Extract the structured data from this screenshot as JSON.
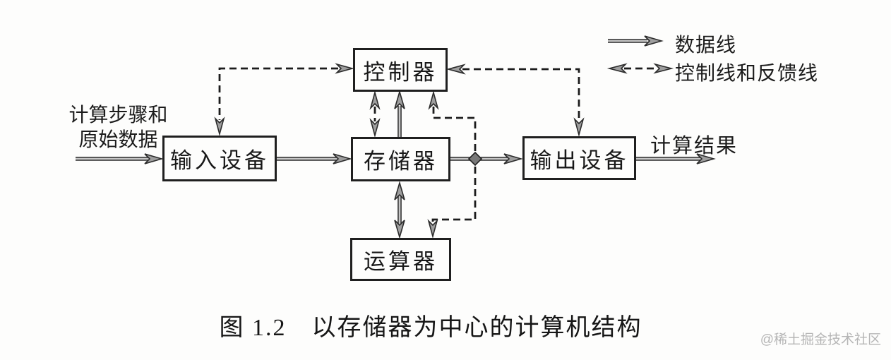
{
  "diagram": {
    "nodes": [
      {
        "id": "controller",
        "label": "控制器"
      },
      {
        "id": "input-device",
        "label": "输入设备"
      },
      {
        "id": "memory",
        "label": "存储器"
      },
      {
        "id": "output-device",
        "label": "输出设备"
      },
      {
        "id": "alu",
        "label": "运算器"
      }
    ],
    "edges": [
      {
        "from": "external",
        "to": "input-device",
        "type": "data"
      },
      {
        "from": "input-device",
        "to": "memory",
        "type": "data"
      },
      {
        "from": "memory",
        "to": "output-device",
        "type": "data"
      },
      {
        "from": "output-device",
        "to": "external",
        "type": "data"
      },
      {
        "from": "memory",
        "to": "controller",
        "type": "data"
      },
      {
        "from": "memory",
        "to": "alu",
        "type": "data-bidirectional"
      },
      {
        "from": "controller",
        "to": "input-device",
        "type": "control-feedback"
      },
      {
        "from": "controller",
        "to": "output-device",
        "type": "control-feedback"
      },
      {
        "from": "controller",
        "to": "memory",
        "type": "control-feedback"
      },
      {
        "from": "controller",
        "to": "alu",
        "type": "control-feedback"
      }
    ],
    "input_annotation_line1": "计算步骤和",
    "input_annotation_line2": "原始数据",
    "output_annotation": "计算结果",
    "legend": [
      {
        "style": "solid-double-line",
        "label": "数据线"
      },
      {
        "style": "dashed-double-arrow",
        "label": "控制线和反馈线"
      }
    ],
    "caption": "图 1.2　以存储器为中心的计算机结构",
    "watermark": "@稀土掘金技术社区",
    "colors": {
      "ink": "#1c1c1c",
      "arrow_fill": "#9e9e9e",
      "data_line_core": "#c6c6c6",
      "junction": "#787878",
      "watermark": "#b5b5b5",
      "background": "#fdfdfc"
    }
  }
}
